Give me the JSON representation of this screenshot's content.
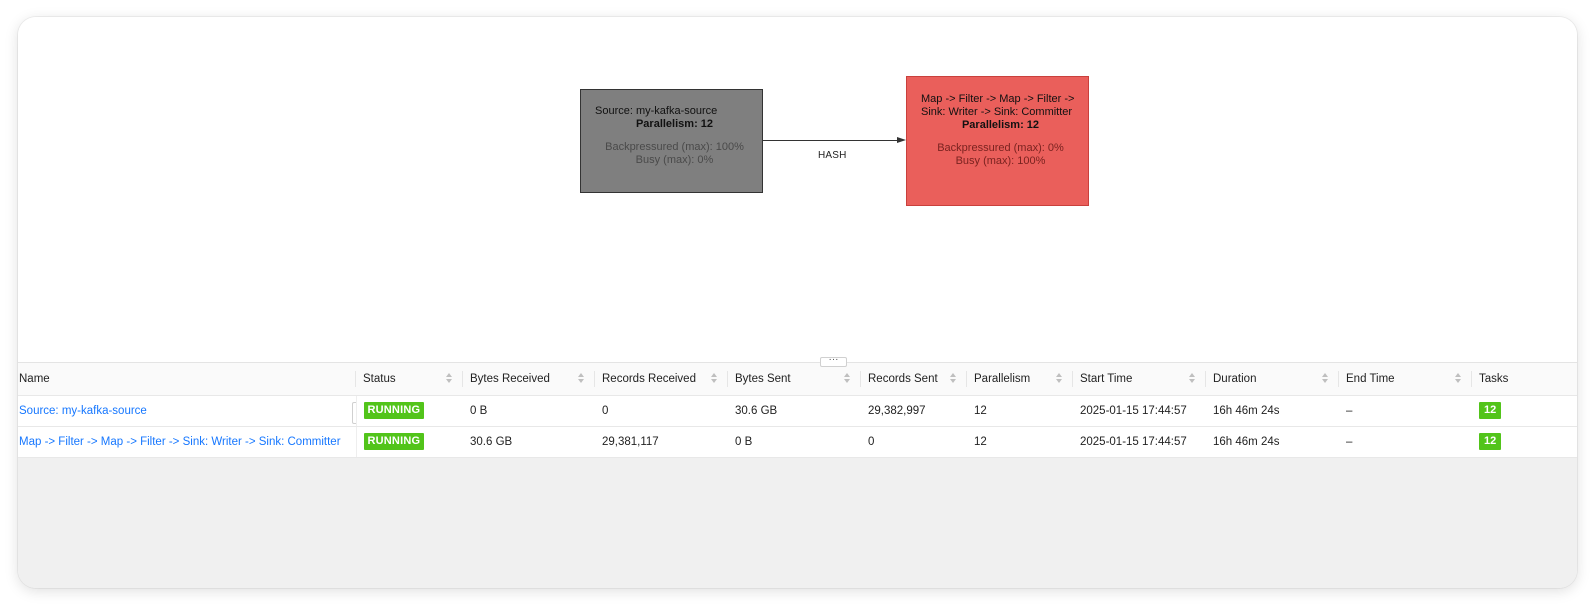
{
  "graph": {
    "source_node": {
      "name": "Source: my-kafka-source",
      "parallelism": "Parallelism: 12",
      "backpressured": "Backpressured (max): 100%",
      "busy": "Busy (max): 0%",
      "color": "#7f7f7f"
    },
    "sink_node": {
      "name": "Map -> Filter -> Map -> Filter -> Sink: Writer -> Sink: Committer",
      "parallelism": "Parallelism: 12",
      "backpressured": "Backpressured (max): 0%",
      "busy": "Busy (max): 100%",
      "color": "#ea5f5b"
    },
    "edge_label": "HASH"
  },
  "splitter": {
    "label": "···"
  },
  "table": {
    "columns": [
      "Name",
      "Status",
      "Bytes Received",
      "Records Received",
      "Bytes Sent",
      "Records Sent",
      "Parallelism",
      "Start Time",
      "Duration",
      "End Time",
      "Tasks"
    ],
    "rows": [
      {
        "name": "Source: my-kafka-source",
        "status": "RUNNING",
        "bytes_received": "0 B",
        "records_received": "0",
        "bytes_sent": "30.6 GB",
        "records_sent": "29,382,997",
        "parallelism": "12",
        "start_time": "2025-01-15 17:44:57",
        "duration": "16h 46m 24s",
        "end_time": "–",
        "tasks": "12"
      },
      {
        "name": "Map -> Filter -> Map -> Filter -> Sink: Writer -> Sink: Committer",
        "status": "RUNNING",
        "bytes_received": "30.6 GB",
        "records_received": "29,381,117",
        "bytes_sent": "0 B",
        "records_sent": "0",
        "parallelism": "12",
        "start_time": "2025-01-15 17:44:57",
        "duration": "16h 46m 24s",
        "end_time": "–",
        "tasks": "12"
      }
    ],
    "status_color": "#52c41a",
    "link_color": "#1677ff"
  }
}
